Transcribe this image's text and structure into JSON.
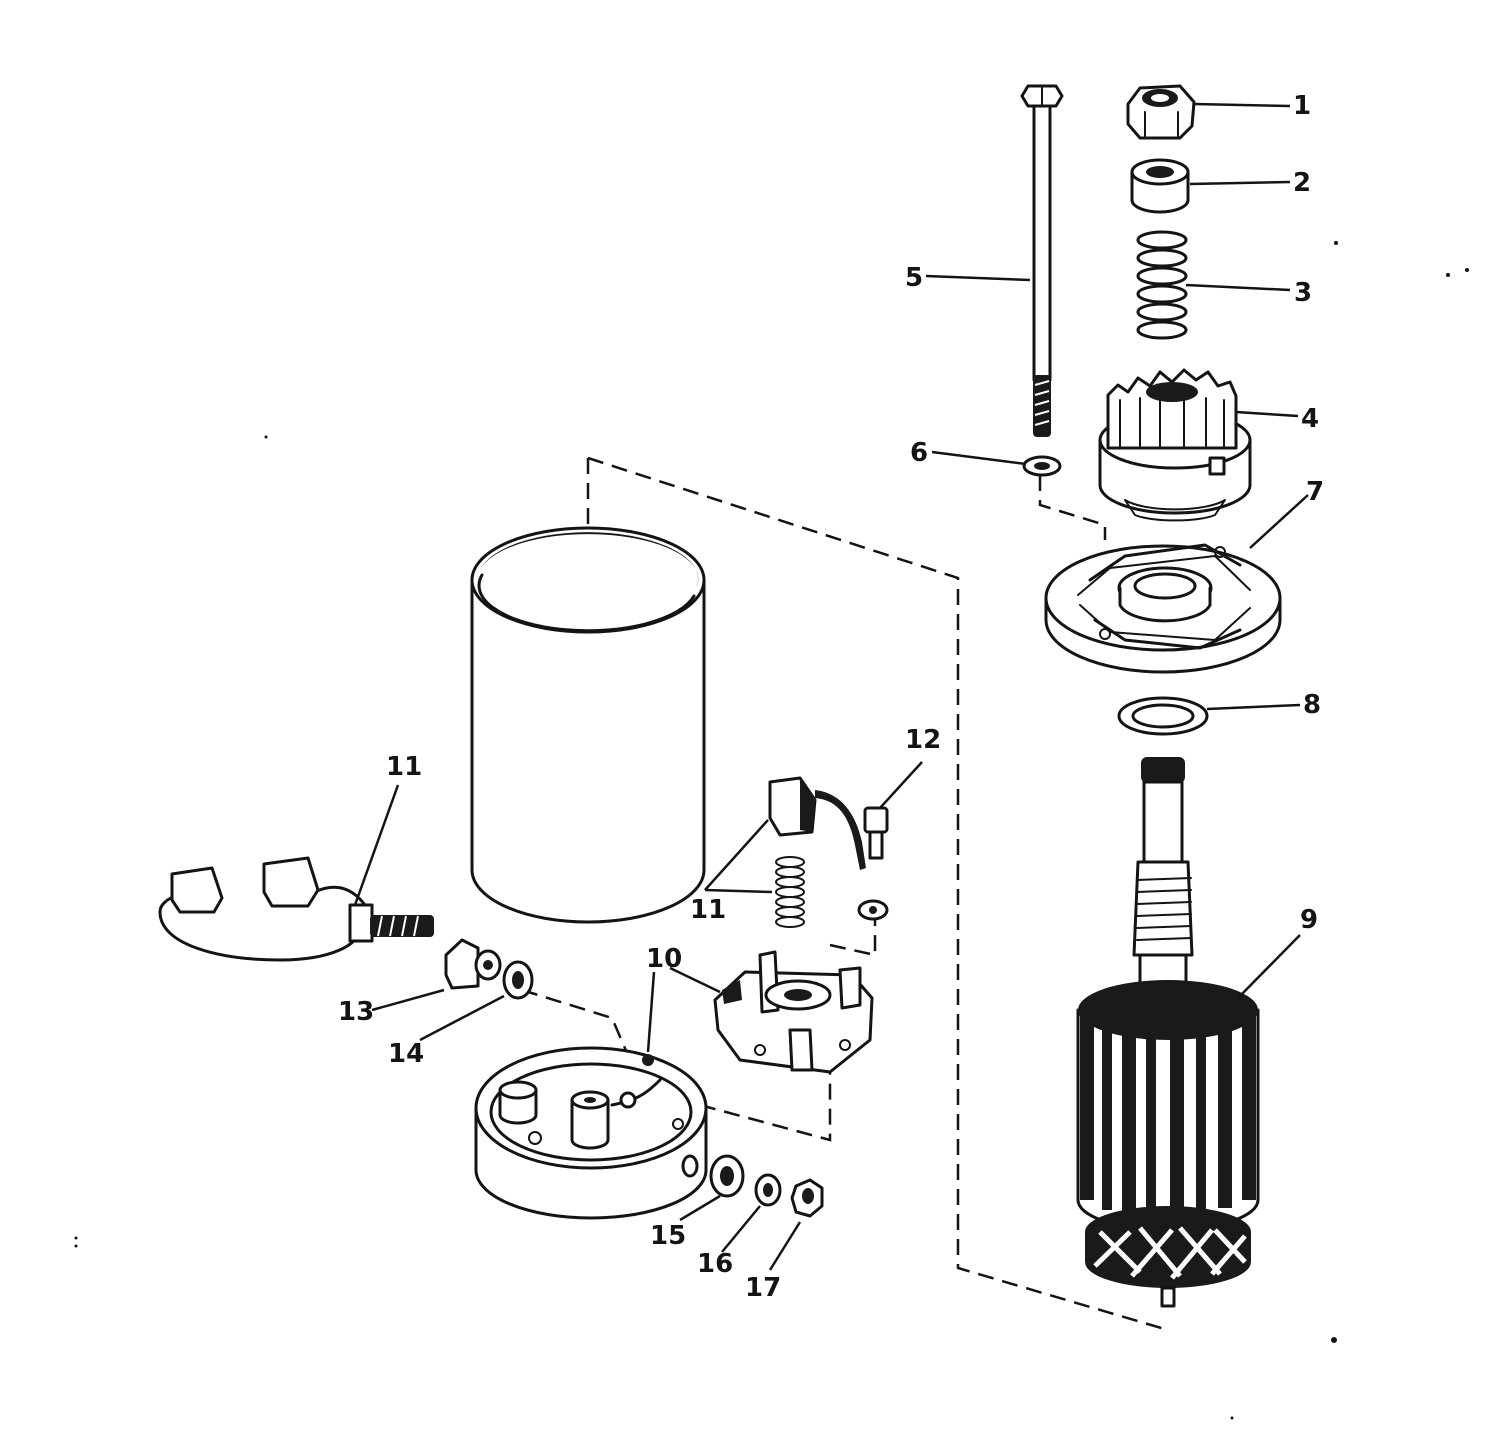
{
  "callouts": [
    {
      "id": "c1",
      "text": "1"
    },
    {
      "id": "c2",
      "text": "2"
    },
    {
      "id": "c3",
      "text": "3"
    },
    {
      "id": "c4",
      "text": "4"
    },
    {
      "id": "c5",
      "text": "5"
    },
    {
      "id": "c6",
      "text": "6"
    },
    {
      "id": "c7",
      "text": "7"
    },
    {
      "id": "c8",
      "text": "8"
    },
    {
      "id": "c9",
      "text": "9"
    },
    {
      "id": "c10",
      "text": "10"
    },
    {
      "id": "c11a",
      "text": "11"
    },
    {
      "id": "c11b",
      "text": "11"
    },
    {
      "id": "c12",
      "text": "12"
    },
    {
      "id": "c13",
      "text": "13"
    },
    {
      "id": "c14",
      "text": "14"
    },
    {
      "id": "c15",
      "text": "15"
    },
    {
      "id": "c16",
      "text": "16"
    },
    {
      "id": "c17",
      "text": "17"
    }
  ]
}
